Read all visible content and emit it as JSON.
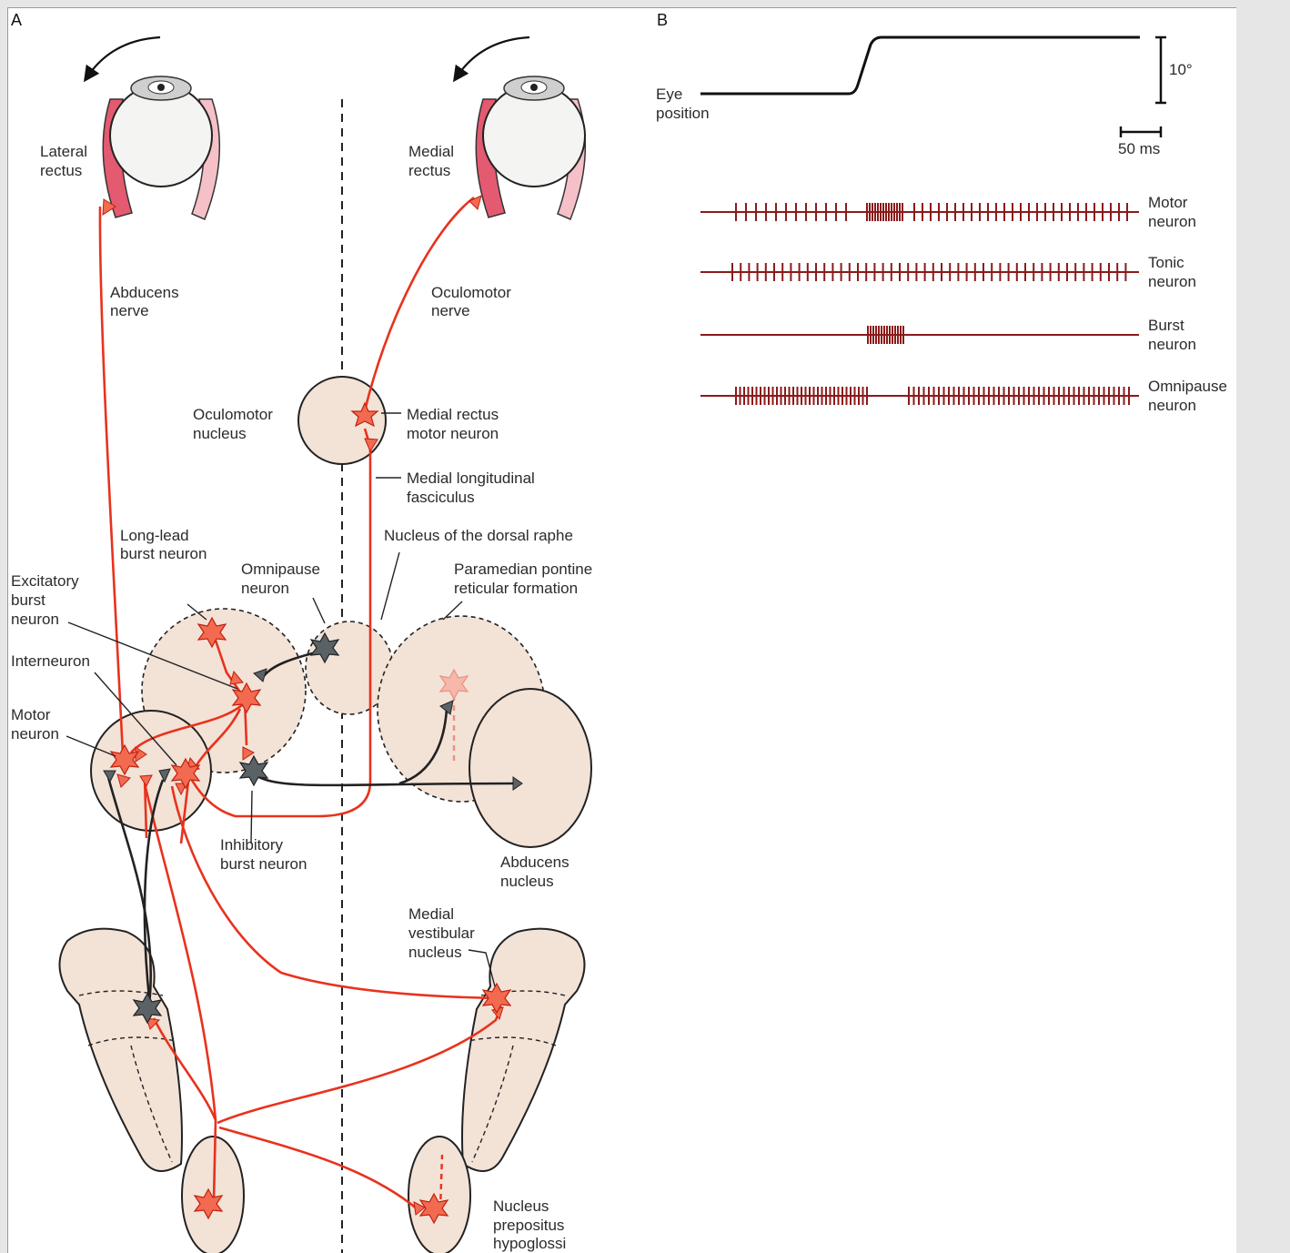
{
  "panels": {
    "a": "A",
    "b": "B"
  },
  "labels": {
    "lateral_rectus": [
      "Lateral",
      "rectus"
    ],
    "medial_rectus": [
      "Medial",
      "rectus"
    ],
    "abducens_nerve": [
      "Abducens",
      "nerve"
    ],
    "oculomotor_nerve": [
      "Oculomotor",
      "nerve"
    ],
    "oculomotor_nucleus": [
      "Oculomotor",
      "nucleus"
    ],
    "medial_rectus_motor_neuron": [
      "Medial rectus",
      "motor neuron"
    ],
    "medial_longitudinal_fasciculus": [
      "Medial longitudinal",
      "fasciculus"
    ],
    "long_lead_burst_neuron": [
      "Long-lead",
      "burst neuron"
    ],
    "nucleus_dorsal_raphe": "Nucleus of the dorsal raphe",
    "omnipause_neuron": [
      "Omnipause",
      "neuron"
    ],
    "paramedian_pontine": [
      "Paramedian pontine",
      "reticular formation"
    ],
    "excitatory_burst_neuron": [
      "Excitatory",
      "burst",
      "neuron"
    ],
    "interneuron": "Interneuron",
    "motor_neuron": [
      "Motor",
      "neuron"
    ],
    "inhibitory_burst_neuron": [
      "Inhibitory",
      "burst neuron"
    ],
    "abducens_nucleus": [
      "Abducens",
      "nucleus"
    ],
    "medial_vestibular_nucleus": [
      "Medial",
      "vestibular",
      "nucleus"
    ],
    "nucleus_prepositus": [
      "Nucleus",
      "prepositus",
      "hypoglossi"
    ]
  },
  "panel_b": {
    "eye_position_label": [
      "Eye",
      "position"
    ],
    "scale_amplitude": "10°",
    "scale_time": "50 ms",
    "traces": [
      {
        "name": [
          "Motor",
          "neuron"
        ]
      },
      {
        "name": [
          "Tonic",
          "neuron"
        ]
      },
      {
        "name": [
          "Burst",
          "neuron"
        ]
      },
      {
        "name": [
          "Omnipause",
          "neuron"
        ]
      }
    ]
  },
  "colors": {
    "excitatory": "#e8321e",
    "excitatory_fill": "#f26a4f",
    "inhibitory_fill": "#5a6266",
    "nucleus_fill": "#f3e2d6",
    "muscle": "#e45a70",
    "spike": "#8b1a1a"
  }
}
